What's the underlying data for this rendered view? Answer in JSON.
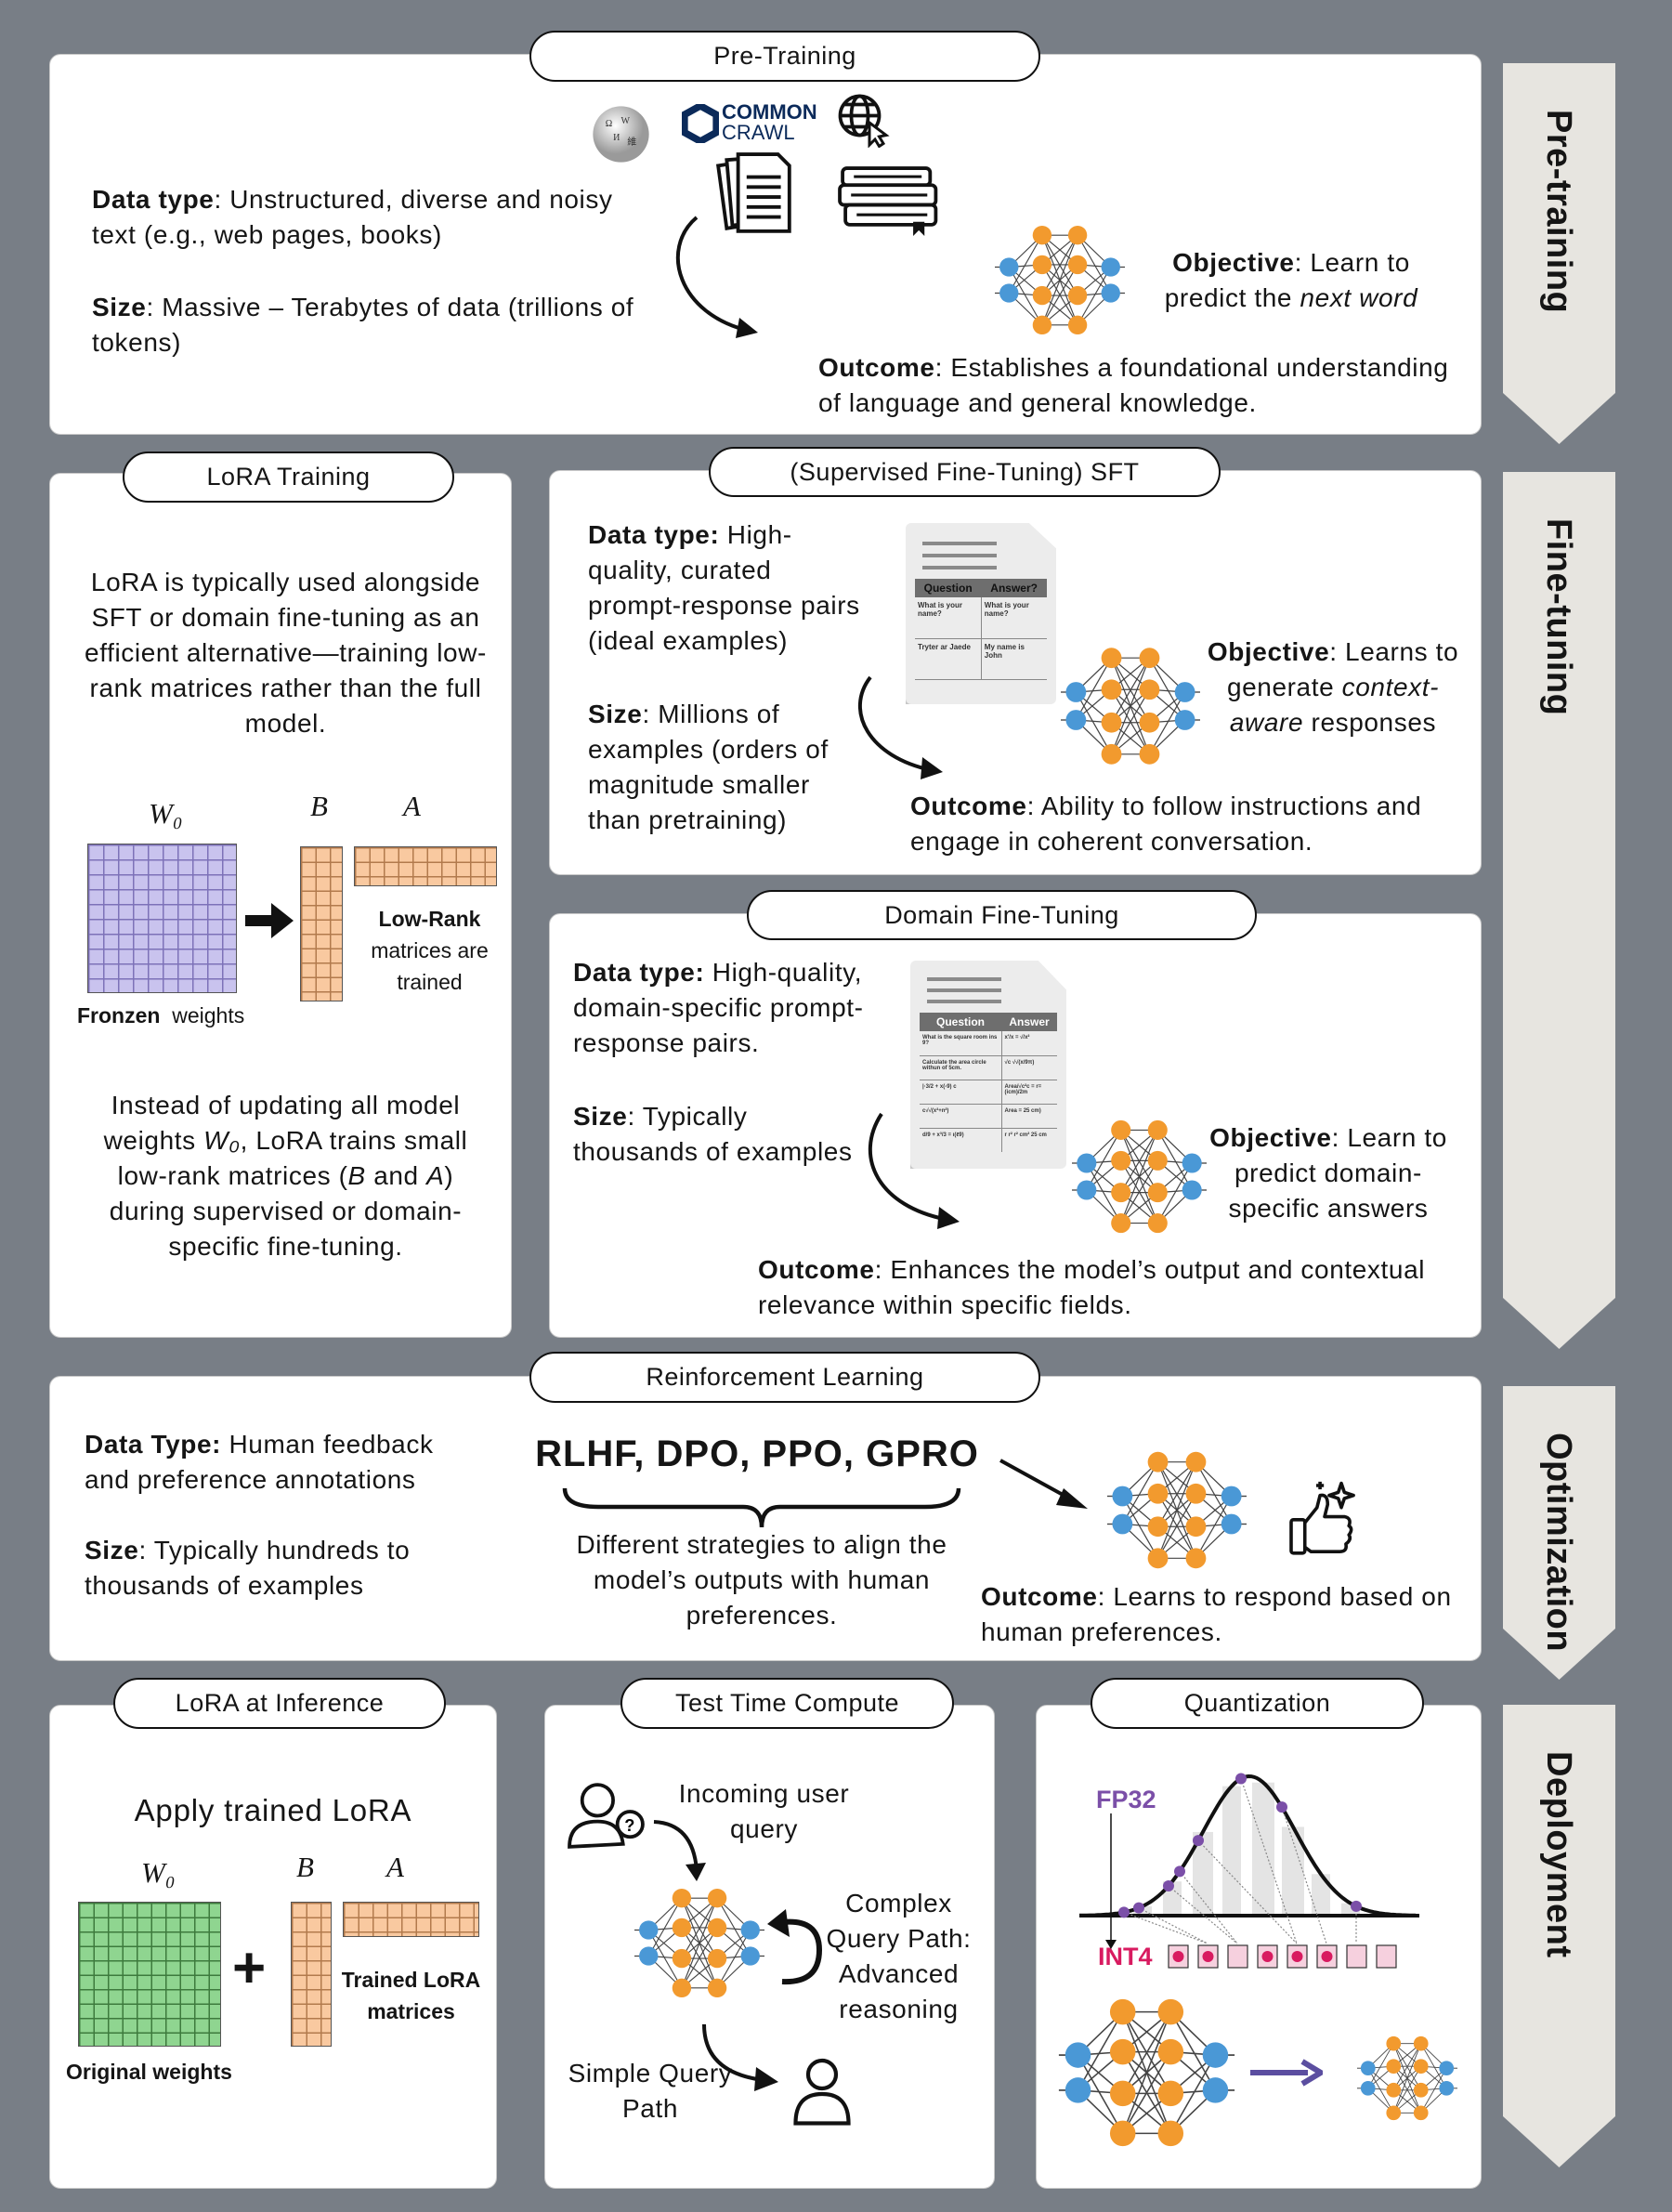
{
  "stages": {
    "pretraining": "Pre-training",
    "finetuning": "Fine-tuning",
    "optimization": "Optimization",
    "deployment": "Deployment"
  },
  "pretraining": {
    "title": "Pre-Training",
    "data_label": "Data type",
    "data_text": ": Unstructured, diverse and noisy text (e.g., web pages, books)",
    "size_label": "Size",
    "size_text": ": Massive – Terabytes of data (trillions of tokens)",
    "logo_common": "COMMON",
    "logo_crawl": "CRAWL",
    "objective_label": "Objective",
    "objective_text": ": Learn to predict the ",
    "objective_em": "next word",
    "outcome_label": "Outcome",
    "outcome_text": ": Establishes a foundational understanding of language and general knowledge."
  },
  "lora_training": {
    "title": "LoRA Training",
    "intro": "LoRA is typically used alongside SFT or domain fine-tuning as an efficient alternative—training low-rank matrices rather than the full model.",
    "w0": "W₀",
    "b": "B",
    "a": "A",
    "lowrank_bold": "Low-Rank",
    "lowrank_text": "matrices are trained",
    "frozen_bold": "Fronzen",
    "frozen_text": "weights",
    "explain_1": "Instead of updating all model weights ",
    "explain_w": "W₀",
    "explain_2": ", LoRA trains small low-rank matrices (",
    "explain_b": "B",
    "explain_3": " and ",
    "explain_a": "A",
    "explain_4": ") during supervised or domain-specific fine-tuning."
  },
  "sft": {
    "title": "(Supervised Fine-Tuning) SFT",
    "data_label": "Data type:",
    "data_text": " High-quality, curated prompt-response pairs (ideal examples)",
    "size_label": "Size",
    "size_text": ": Millions of examples (orders of magnitude smaller than pretraining)",
    "doc": {
      "headers": [
        "Question",
        "Answer?"
      ],
      "rows": [
        [
          "What is your name?",
          "What is your name?"
        ],
        [
          "Tryter ar Jaede",
          "My name is John"
        ]
      ]
    },
    "objective_label": "Objective",
    "objective_text": ": Learns to generate ",
    "objective_em": "context-aware",
    "objective_end": " responses",
    "outcome_label": "Outcome",
    "outcome_text": ": Ability to follow instructions and engage in coherent conversation."
  },
  "domain": {
    "title": "Domain Fine-Tuning",
    "data_label": "Data type:",
    "data_text": " High-quality, domain-specific prompt-response pairs.",
    "size_label": "Size",
    "size_text": ": Typically thousands of examples",
    "doc": {
      "headers": [
        "Question",
        "Answer"
      ],
      "rows": [
        [
          "What is the square room ins 9?",
          "x'/x = √/x²"
        ],
        [
          "Calculate the area circle withun of 5cm.",
          "√c √√(x/9π)"
        ],
        [
          "|·3/2 + x(-9) c",
          "Area/√c²c = r=(icm)/2m"
        ],
        [
          "c√√(x²+n²)",
          "Area = 25 cm)"
        ],
        [
          "d/9 + x³/3 = ı(ℓ9)",
          "r r²  r² cm² 25 cm"
        ]
      ]
    },
    "objective_label": "Objective",
    "objective_text": ": Learn to predict domain-specific answers",
    "outcome_label": "Outcome",
    "outcome_text": ": Enhances the model’s output and contextual relevance within specific fields."
  },
  "rl": {
    "title": "Reinforcement Learning",
    "data_label": "Data Type:",
    "data_text": " Human feedback and preference annotations",
    "size_label": "Size",
    "size_text": ": Typically hundreds to thousands of examples",
    "methods": "RLHF, DPO, PPO, GPRO",
    "methods_desc": "Different strategies to align the model’s outputs with human preferences.",
    "outcome_label": "Outcome",
    "outcome_text": ": Learns to respond based on human preferences."
  },
  "lora_inference": {
    "title": "LoRA at Inference",
    "heading": "Apply trained LoRA",
    "w0": "W₀",
    "b": "B",
    "a": "A",
    "plus": "+",
    "trained": "Trained LoRA matrices",
    "original": "Original weights"
  },
  "ttc": {
    "title": "Test Time Compute",
    "incoming": "Incoming user query",
    "complex": "Complex Query Path: Advanced reasoning",
    "simple": "Simple Query Path"
  },
  "quant": {
    "title": "Quantization",
    "fp32": "FP32",
    "int4": "INT4",
    "fp32_color": "#7b4fa8",
    "int4_color": "#d81b60",
    "int4_filled": [
      true,
      true,
      false,
      true,
      true,
      true,
      false,
      false
    ]
  },
  "colors": {
    "background": "#787e86",
    "net_orange": "#f29a2e",
    "net_blue": "#4a98d6"
  }
}
